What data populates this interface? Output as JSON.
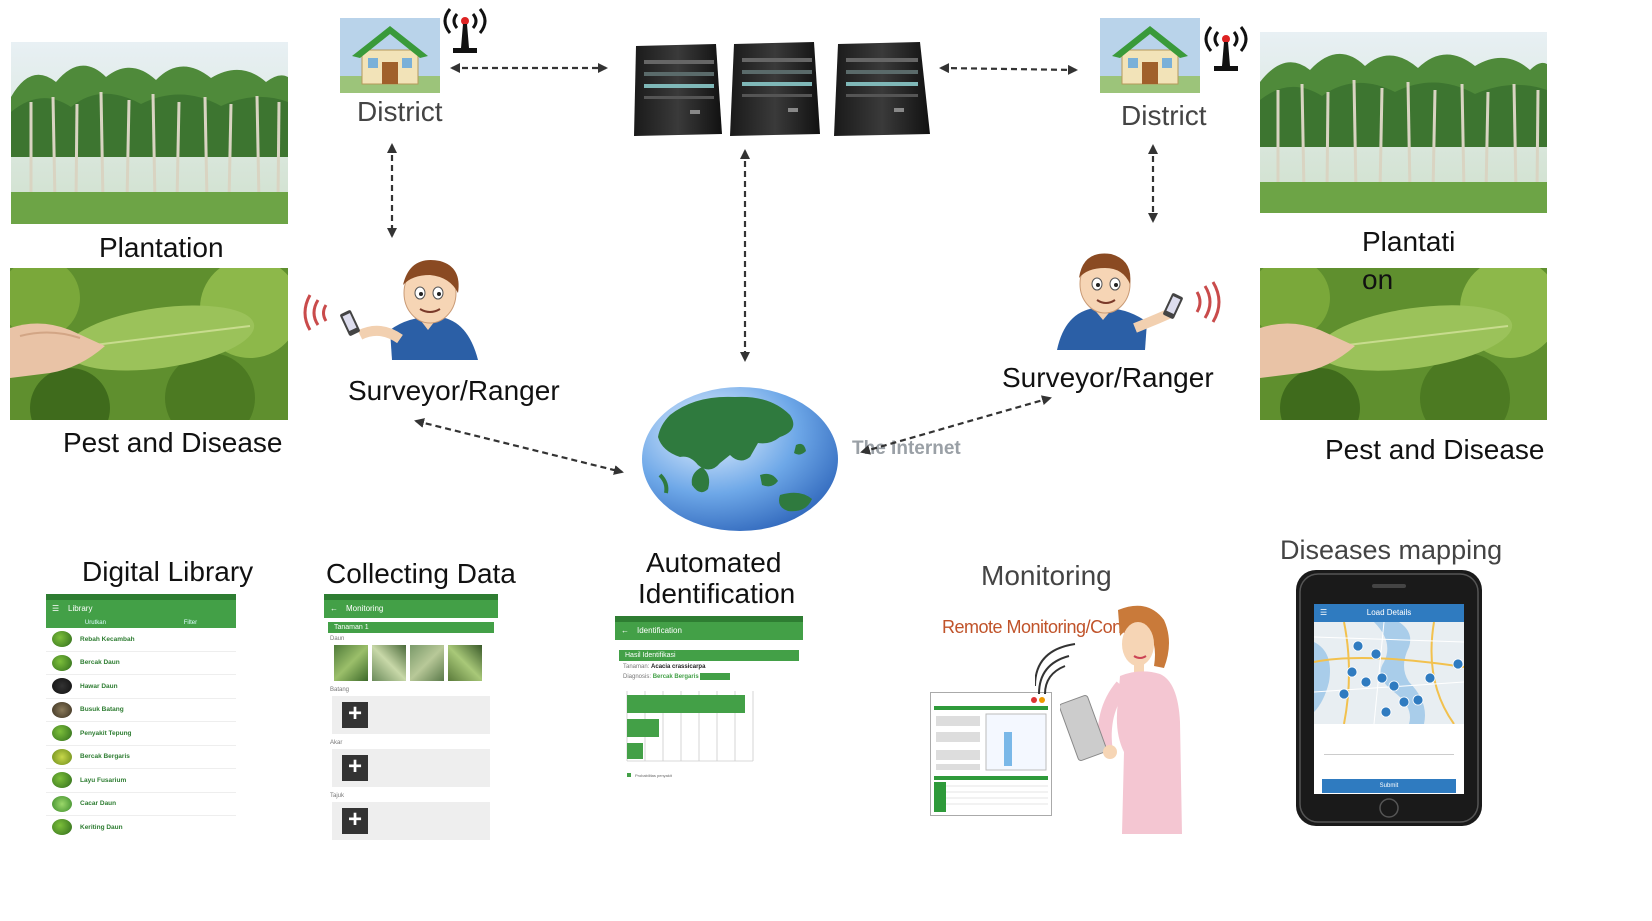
{
  "labels": {
    "district_left": "District",
    "district_right": "District",
    "plantation_left": "Plantation",
    "plantation_right_line1": "Plantati",
    "plantation_right_line2": "on",
    "pest_left": "Pest and Disease",
    "pest_right": "Pest and Disease",
    "surveyor_left": "Surveyor/Ranger",
    "surveyor_right": "Surveyor/Ranger",
    "internet": "The Internet",
    "digital_library": "Digital Library",
    "collecting_data": "Collecting Data",
    "automated_identification_line1": "Automated",
    "automated_identification_line2": "Identification",
    "monitoring": "Monitoring",
    "diseases_mapping": "Diseases mapping",
    "remote_monitoring": "Remote Monitoring/Control"
  },
  "library_screen": {
    "title": "Library",
    "tabs": [
      "Urutkan",
      "Filter"
    ],
    "items": [
      "Rebah Kecambah",
      "Bercak Daun",
      "Hawar Daun",
      "Busuk Batang",
      "Penyakit Tepung",
      "Bercak Bergaris",
      "Layu Fusarium",
      "Cacar Daun",
      "Keriting Daun"
    ]
  },
  "monitoring_screen": {
    "title": "Monitoring",
    "section": "Tanaman 1",
    "fields": [
      "Daun",
      "Batang",
      "Akar",
      "Tajuk"
    ]
  },
  "identification_screen": {
    "title": "Identification",
    "section": "Hasil Identifikasi",
    "tanaman_label": "Tanaman:",
    "tanaman_value": "Acacia crassicarpa",
    "diagnosis_label": "Diagnosis:",
    "diagnosis_value": "Bercak Bergaris",
    "legend": "Probabilitas penyakit"
  },
  "mapping_screen": {
    "title": "Load Details",
    "button": "Submit"
  },
  "colors": {
    "app_green": "#43a047",
    "arrow": "#333333",
    "remote_text": "#c0532a"
  }
}
